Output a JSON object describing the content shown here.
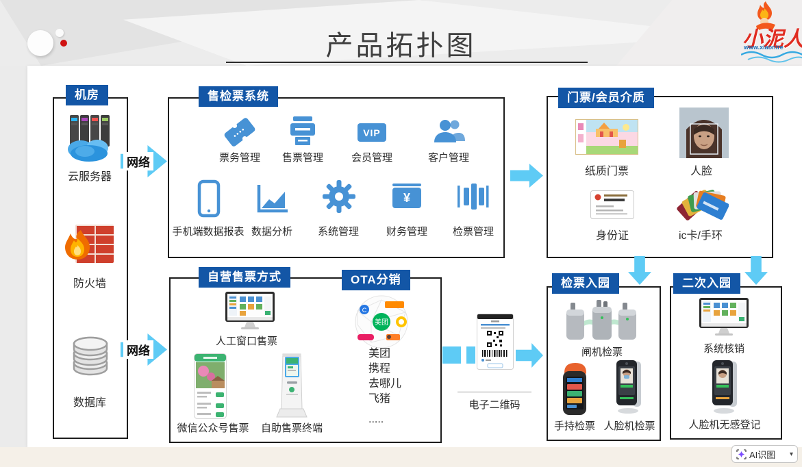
{
  "slide_title": "产品拓扑图",
  "logo": {
    "brand": "小泥人",
    "url": "www.xiaonire"
  },
  "ai_tool": {
    "label": "AI识图"
  },
  "network": {
    "top": "网络",
    "bottom": "网络"
  },
  "machine_room": {
    "title": "机房",
    "items": [
      "云服务器",
      "防火墙",
      "数据库"
    ]
  },
  "ticketing_system": {
    "title": "售检票系统",
    "row1": [
      {
        "label": "票务管理"
      },
      {
        "label": "售票管理"
      },
      {
        "label": "会员管理",
        "icon_text": "VIP"
      },
      {
        "label": "客户管理"
      }
    ],
    "row2": [
      {
        "label": "手机端数据报表"
      },
      {
        "label": "数据分析"
      },
      {
        "label": "系统管理"
      },
      {
        "label": "财务管理",
        "icon_text": "¥"
      },
      {
        "label": "检票管理"
      }
    ]
  },
  "media": {
    "title": "门票/会员介质",
    "items": [
      "纸质门票",
      "人脸",
      "身份证",
      "ic卡/手环"
    ]
  },
  "self_sales": {
    "title": "自营售票方式",
    "items": [
      "人工窗口售票",
      "微信公众号售票",
      "自助售票终端"
    ]
  },
  "ota": {
    "title": "OTA分销",
    "center_logo": "美团",
    "list": [
      "美团",
      "携程",
      "去哪儿",
      "飞猪",
      "....."
    ]
  },
  "eticket": {
    "label": "电子二维码"
  },
  "gate_entry": {
    "title": "检票入园",
    "items": [
      "闸机检票",
      "手持检票",
      "人脸机检票"
    ]
  },
  "second_entry": {
    "title": "二次入园",
    "items": [
      "系统核销",
      "人脸机无感登记"
    ]
  },
  "colors": {
    "badge_blue": "#1356a6",
    "arrow_cyan": "#5ecbf5",
    "brand_red": "#e02b20"
  }
}
